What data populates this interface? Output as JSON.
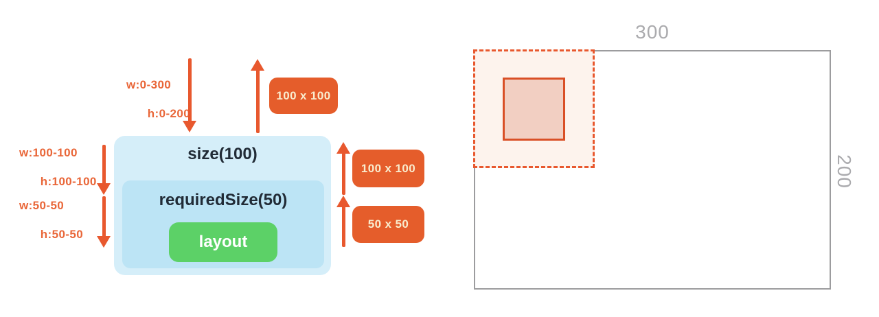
{
  "colors": {
    "orange": "#E8582E",
    "orange_label": "#E96638",
    "badge_bg": "#E55D2B",
    "badge_text": "#F9ECCE",
    "outer_box_bg": "#D5EEF9",
    "inner_box_bg": "#BCE4F5",
    "green": "#5CD167",
    "dark_text": "#212B36",
    "gray_border": "#9C9C9E",
    "gray_label": "#ABABAE",
    "dashed_fill": "#FDF3ED",
    "square_fill": "#F2CFC2",
    "square_border": "#D94F26"
  },
  "constraint_diagram": {
    "incoming_constraints": {
      "line1": "w:0-300",
      "line2": "h:0-200"
    },
    "size_constraints": {
      "line1": "w:100-100",
      "line2": "h:100-100"
    },
    "required_size_constraints": {
      "line1": "w:50-50",
      "line2": "h:50-50"
    },
    "size_modifier_label": "size(100)",
    "required_size_modifier_label": "requiredSize(50)",
    "layout_label": "layout",
    "reported_size_top": "100 x 100",
    "reported_size_middle": "100 x 100",
    "reported_size_bottom": "50 x 50"
  },
  "layout_result": {
    "width_label": "300",
    "height_label": "200"
  }
}
